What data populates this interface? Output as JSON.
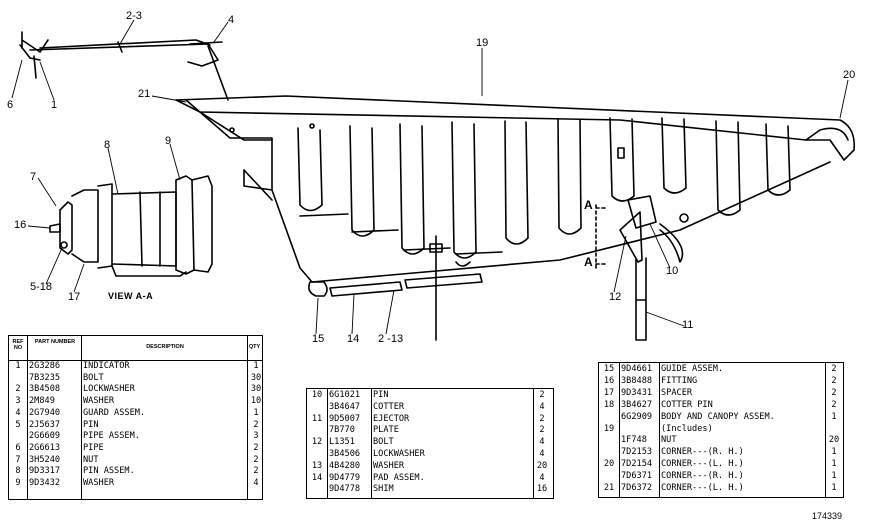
{
  "callouts": {
    "c2_3": "2-3",
    "c4": "4",
    "c6": "6",
    "c1": "1",
    "c19": "19",
    "c20": "20",
    "c21": "21",
    "c8": "8",
    "c9": "9",
    "c7": "7",
    "c16": "16",
    "c5_18": "5-18",
    "c17": "17",
    "c15": "15",
    "c14": "14",
    "c2_13": "2 -13",
    "c12": "12",
    "c10": "10",
    "c11": "11"
  },
  "section_label_a": "A",
  "view_caption": "VIEW A-A",
  "table_headers": {
    "ref_no": "REF NO",
    "part_number": "PART NUMBER",
    "description": "DESCRIPTION",
    "qty": "QTY"
  },
  "table1": [
    {
      "ref": "1",
      "part": "2G3286",
      "desc": "INDICATOR",
      "qty": "1"
    },
    {
      "ref": "",
      "part": "7B3235",
      "desc": "BOLT",
      "qty": "30"
    },
    {
      "ref": "2",
      "part": "3B4508",
      "desc": "LOCKWASHER",
      "qty": "30"
    },
    {
      "ref": "3",
      "part": "2M849",
      "desc": "WASHER",
      "qty": "10"
    },
    {
      "ref": "4",
      "part": "2G7940",
      "desc": "GUARD ASSEM.",
      "qty": "1"
    },
    {
      "ref": "5",
      "part": "2J5637",
      "desc": "PIN",
      "qty": "2"
    },
    {
      "ref": "",
      "part": "2G6609",
      "desc": "PIPE ASSEM.",
      "qty": "3"
    },
    {
      "ref": "6",
      "part": "2G6613",
      "desc": "PIPE",
      "qty": "2"
    },
    {
      "ref": "7",
      "part": "3H5240",
      "desc": "NUT",
      "qty": "2"
    },
    {
      "ref": "8",
      "part": "9D3317",
      "desc": "PIN ASSEM.",
      "qty": "2"
    },
    {
      "ref": "9",
      "part": "9D3432",
      "desc": "WASHER",
      "qty": "4"
    }
  ],
  "table2": [
    {
      "ref": "10",
      "part": "6G1021",
      "desc": "PIN",
      "qty": "2"
    },
    {
      "ref": "",
      "part": "3B4647",
      "desc": "COTTER",
      "qty": "4"
    },
    {
      "ref": "11",
      "part": "9D5007",
      "desc": "EJECTOR",
      "qty": "2"
    },
    {
      "ref": "",
      "part": "7B770",
      "desc": "PLATE",
      "qty": "2"
    },
    {
      "ref": "12",
      "part": "L1351",
      "desc": "BOLT",
      "qty": "4"
    },
    {
      "ref": "",
      "part": "3B4506",
      "desc": "LOCKWASHER",
      "qty": "4"
    },
    {
      "ref": "13",
      "part": "4B4280",
      "desc": "WASHER",
      "qty": "20"
    },
    {
      "ref": "14",
      "part": "9D4779",
      "desc": "PAD ASSEM.",
      "qty": "4"
    },
    {
      "ref": "",
      "part": "9D4778",
      "desc": "SHIM",
      "qty": "16"
    }
  ],
  "table3": [
    {
      "ref": "15",
      "part": "9D4661",
      "desc": "GUIDE ASSEM.",
      "qty": "2"
    },
    {
      "ref": "16",
      "part": "3B8488",
      "desc": "FITTING",
      "qty": "2"
    },
    {
      "ref": "17",
      "part": "9D3431",
      "desc": "SPACER",
      "qty": "2"
    },
    {
      "ref": "18",
      "part": "3B4627",
      "desc": "COTTER PIN",
      "qty": "2"
    },
    {
      "ref": "",
      "part": "6G2909",
      "desc": "BODY AND CANOPY ASSEM.",
      "qty": "1"
    },
    {
      "ref": "19",
      "part": "",
      "desc": "(Includes)",
      "qty": ""
    },
    {
      "ref": "",
      "part": "1F748",
      "desc": "NUT",
      "qty": "20"
    },
    {
      "ref": "",
      "part": "7D2153",
      "desc": "CORNER---(R. H.)",
      "qty": "1"
    },
    {
      "ref": "20",
      "part": "7D2154",
      "desc": "CORNER---(L. H.)",
      "qty": "1"
    },
    {
      "ref": "",
      "part": "7D6371",
      "desc": "CORNER---(R. H.)",
      "qty": "1"
    },
    {
      "ref": "21",
      "part": "7D6372",
      "desc": "CORNER---(L. H.)",
      "qty": "1"
    }
  ],
  "figure_number": "174339"
}
